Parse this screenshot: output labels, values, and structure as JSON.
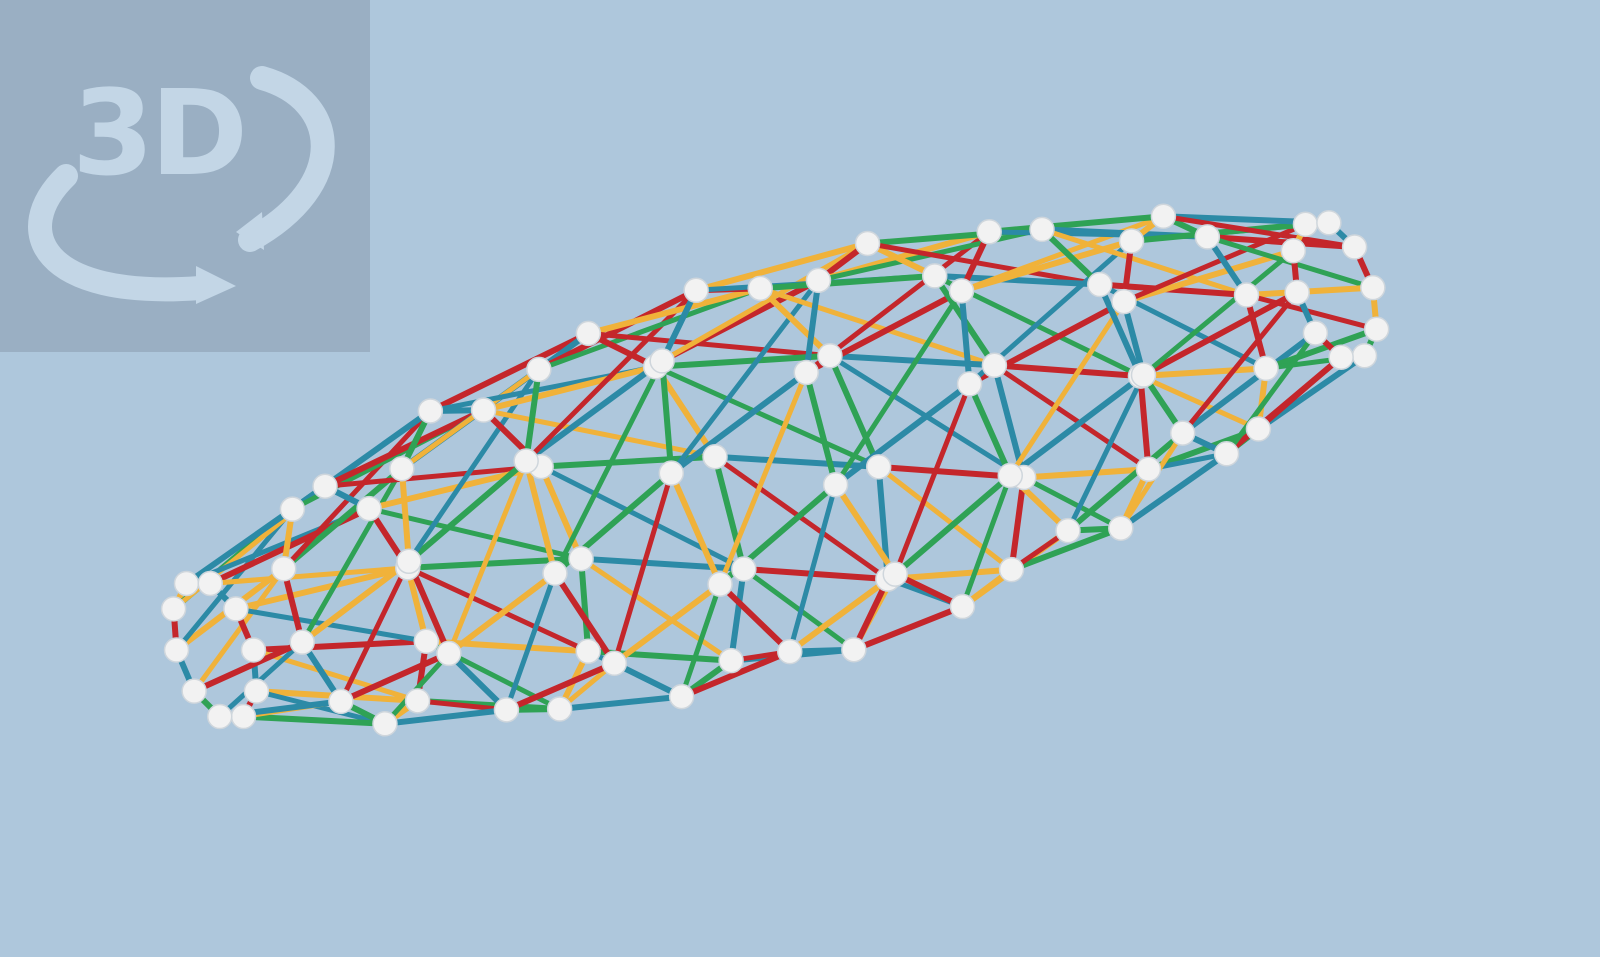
{
  "app": {
    "view_mode_badge": {
      "label": "3D",
      "icon": "rotate-3d-icon"
    }
  },
  "colors": {
    "background": "#aec7dc",
    "badge_background": "#9aafc3",
    "badge_foreground": "#c3d6e6",
    "strut_blue": "#2c8aa6",
    "strut_red": "#c4262b",
    "strut_yellow": "#f0b23a",
    "strut_green": "#2fa255",
    "ball_white": "#f2f2f2"
  },
  "model": {
    "name": "zometool-strut-structure",
    "strut_colors": [
      "blue",
      "red",
      "yellow",
      "green"
    ],
    "node_color": "white"
  }
}
